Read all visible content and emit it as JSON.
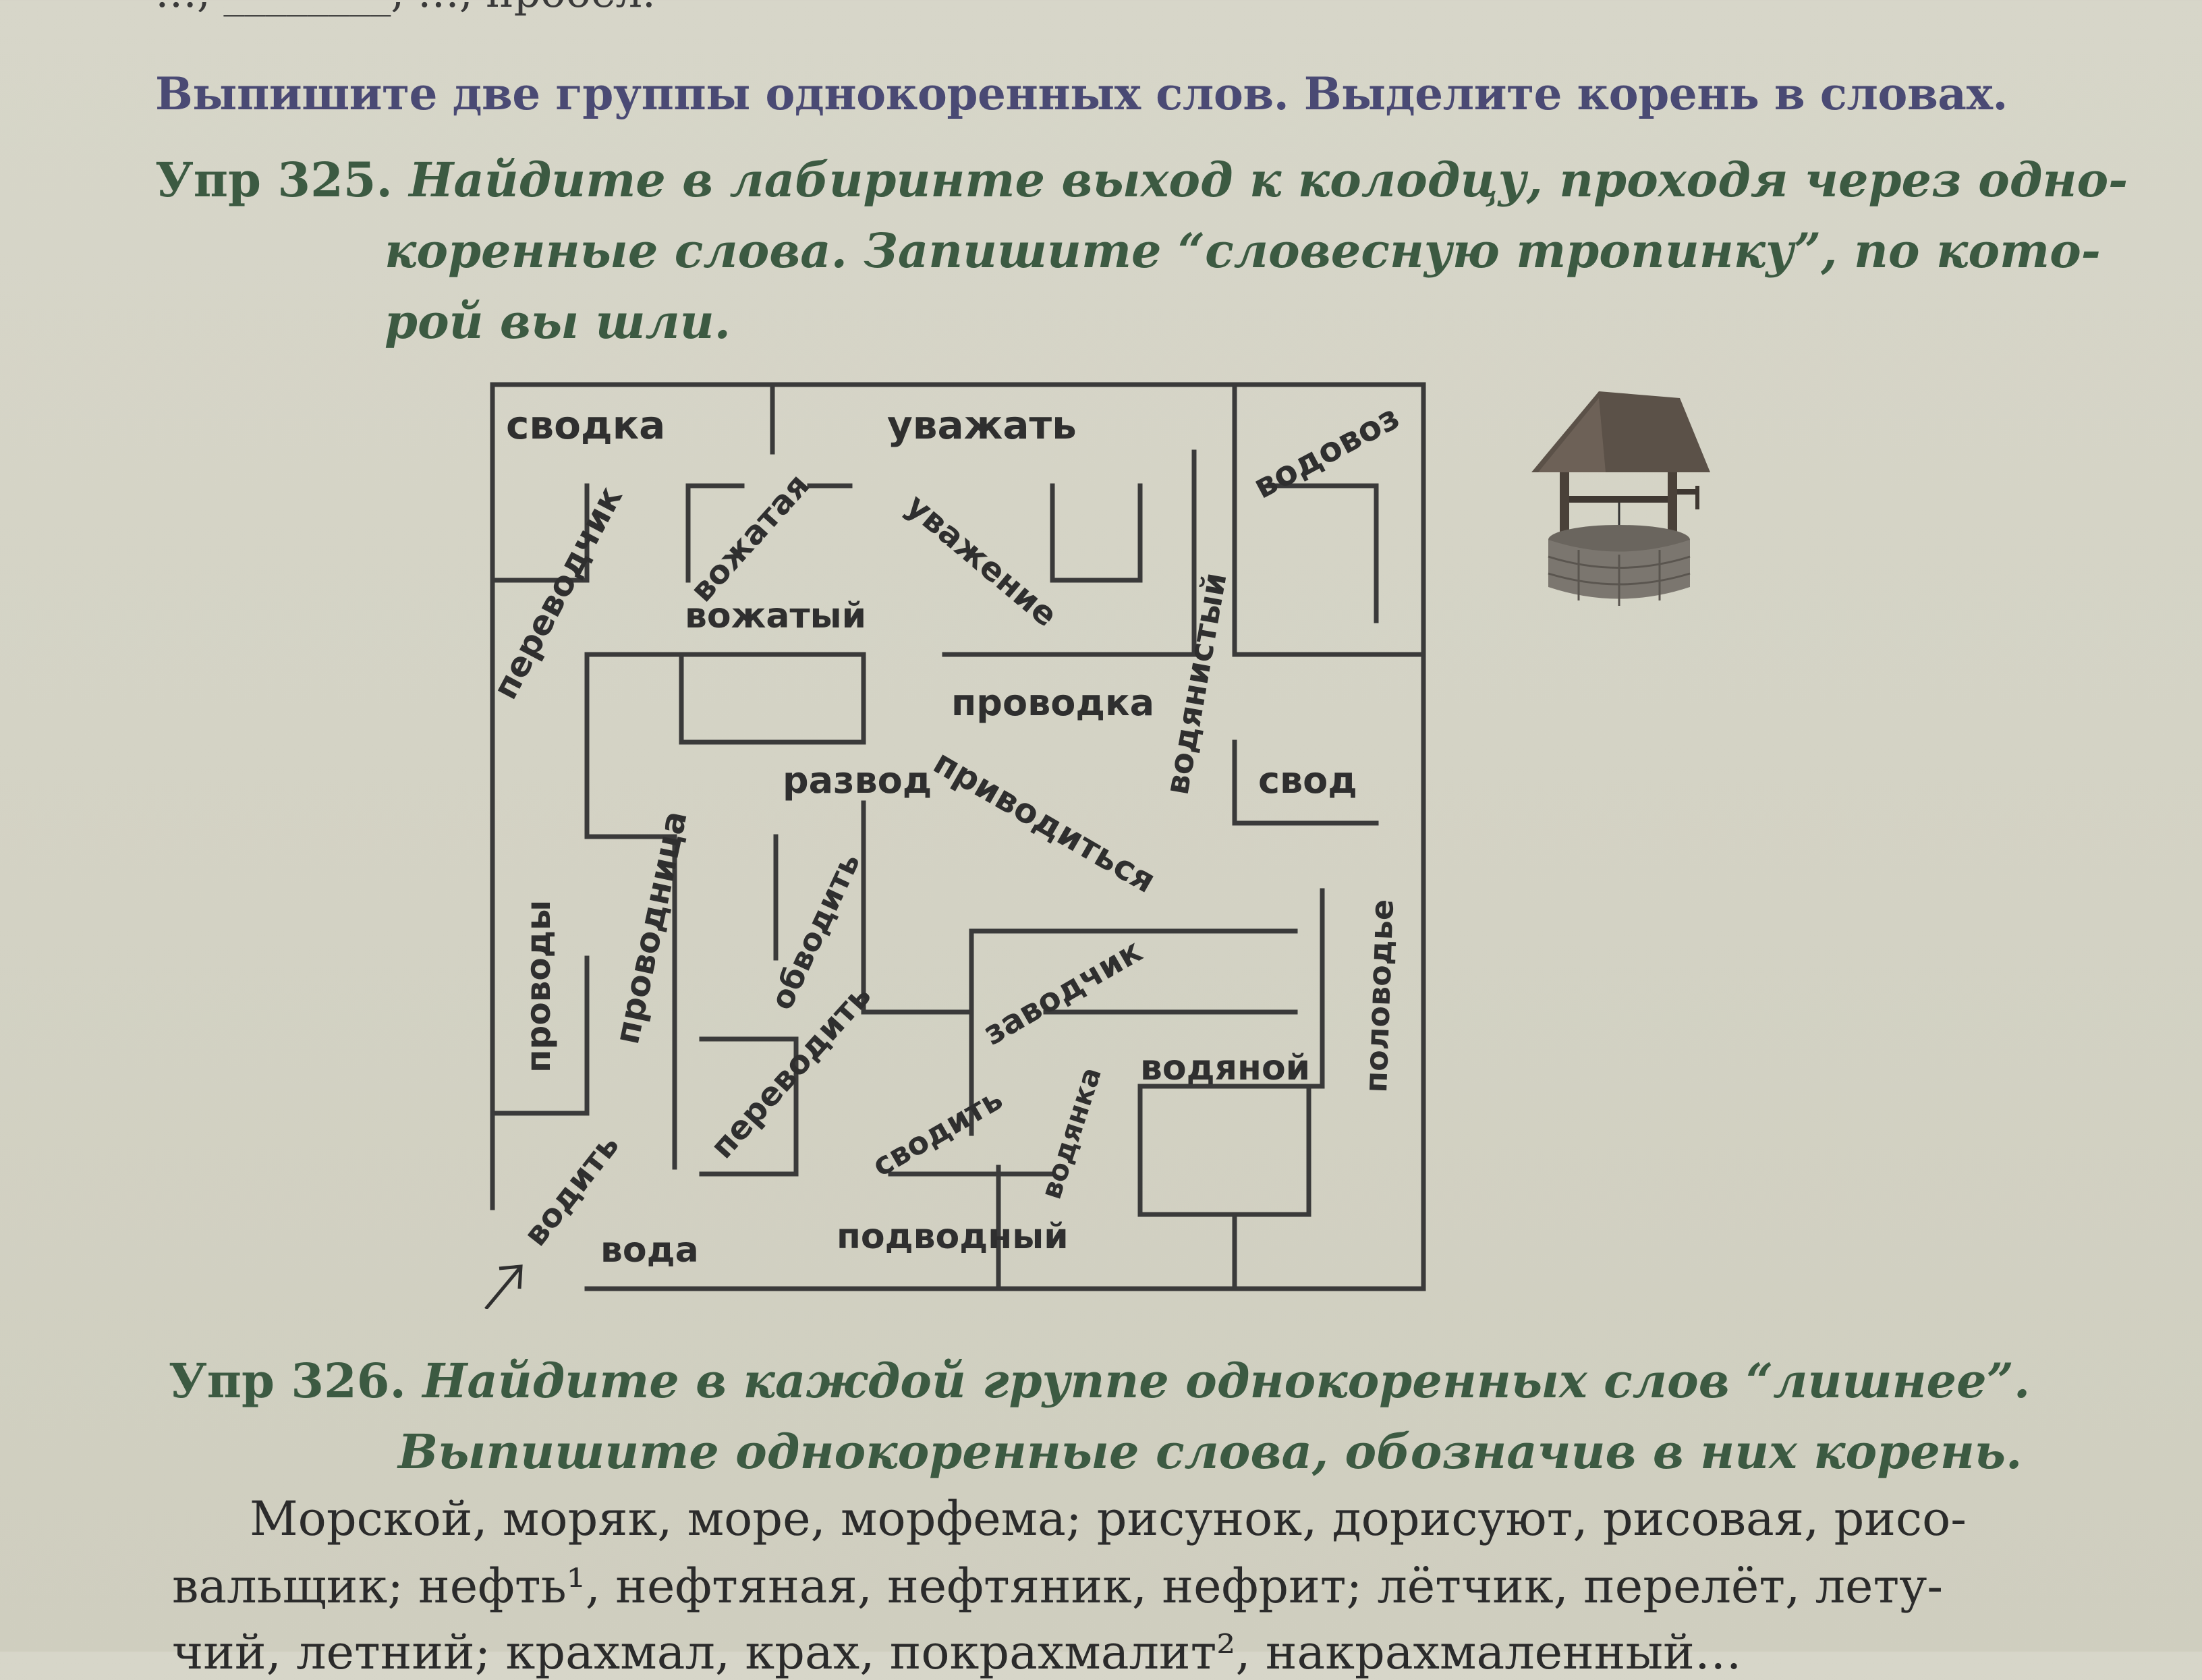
{
  "top_cut_text": "…, ________, …, пробел.",
  "instruction": "Выпишите две группы однокоренных слов. Выделите корень в словах.",
  "ex325": {
    "number": "Упр 325.",
    "line1": "Найдите в лабиринте выход к колодцу, проходя через одно-",
    "line2": "коренные слова. Запишите “словесную тропинку”, по кото-",
    "line3": "рой вы шли."
  },
  "maze": {
    "words": [
      "сводка",
      "уважать",
      "водовоз",
      "переводчик",
      "вожатая",
      "вожатый",
      "уважение",
      "водянистый",
      "проводка",
      "развод",
      "свод",
      "проводы",
      "проводница",
      "обводить",
      "приводиться",
      "половодье",
      "заводчик",
      "переводить",
      "водянка",
      "водяной",
      "водить",
      "сводить",
      "вода",
      "подводный"
    ],
    "icons": [
      "well-icon",
      "entrance-arrow-icon"
    ]
  },
  "ex326": {
    "number": "Упр 326.",
    "line1": "Найдите в каждой группе однокоренных слов “лишнее”.",
    "line2": "Выпишите однокоренные слова, обозначив в них корень."
  },
  "body": {
    "line1": "Морской, моряк, море, морфема; рисунок, дорисуют, рисовая, рисо-",
    "line2": "вальщик; нефть¹, нефтяная, нефтяник, нефрит; лётчик, перелёт, лету-",
    "line3": "чий, летний; крахмал, крах, покрахмалит², накрахмаленный…"
  }
}
